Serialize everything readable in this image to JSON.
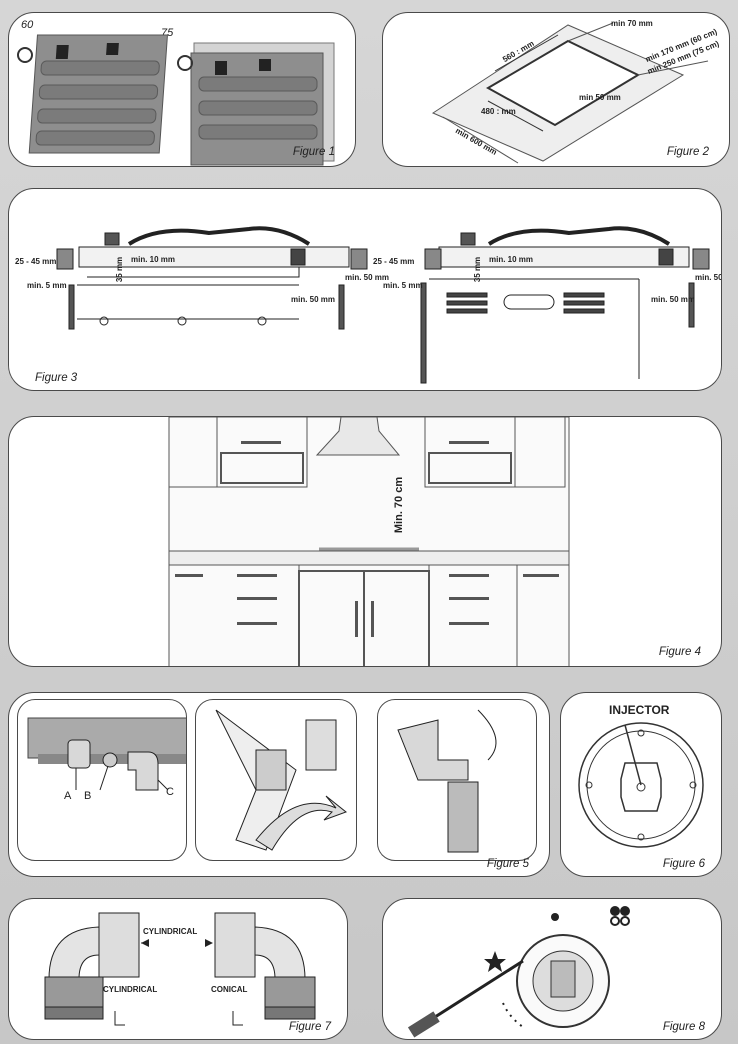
{
  "figure1": {
    "caption": "Figure 1",
    "size_a": "60",
    "size_b": "75"
  },
  "figure2": {
    "caption": "Figure 2",
    "dim_560": "560 : mm",
    "dim_480": "480 : mm",
    "min70": "min 70 mm",
    "min170": "min 170 mm (60 cm)",
    "min250": "min 250 mm (75 cm)",
    "min50": "min 50 mm",
    "min600": "min 600 mm"
  },
  "figure3": {
    "caption": "Figure 3",
    "h2545": "25 - 45 mm",
    "d35": "35 mm",
    "min10": "min. 10 mm",
    "min5": "min. 5 mm",
    "min50a": "min. 50 mm",
    "min50b": "min. 50 mm"
  },
  "figure4": {
    "caption": "Figure 4",
    "min70cm": "Min. 70 cm"
  },
  "figure5": {
    "caption": "Figure 5",
    "a": "A",
    "b": "B",
    "c": "C"
  },
  "figure6": {
    "caption": "Figure 6",
    "injector": "INJECTOR"
  },
  "figure7": {
    "caption": "Figure 7",
    "cyl_top": "CYLINDRICAL",
    "cyl_bottom": "CYLINDRICAL",
    "conical": "CONICAL"
  },
  "figure8": {
    "caption": "Figure 8"
  }
}
